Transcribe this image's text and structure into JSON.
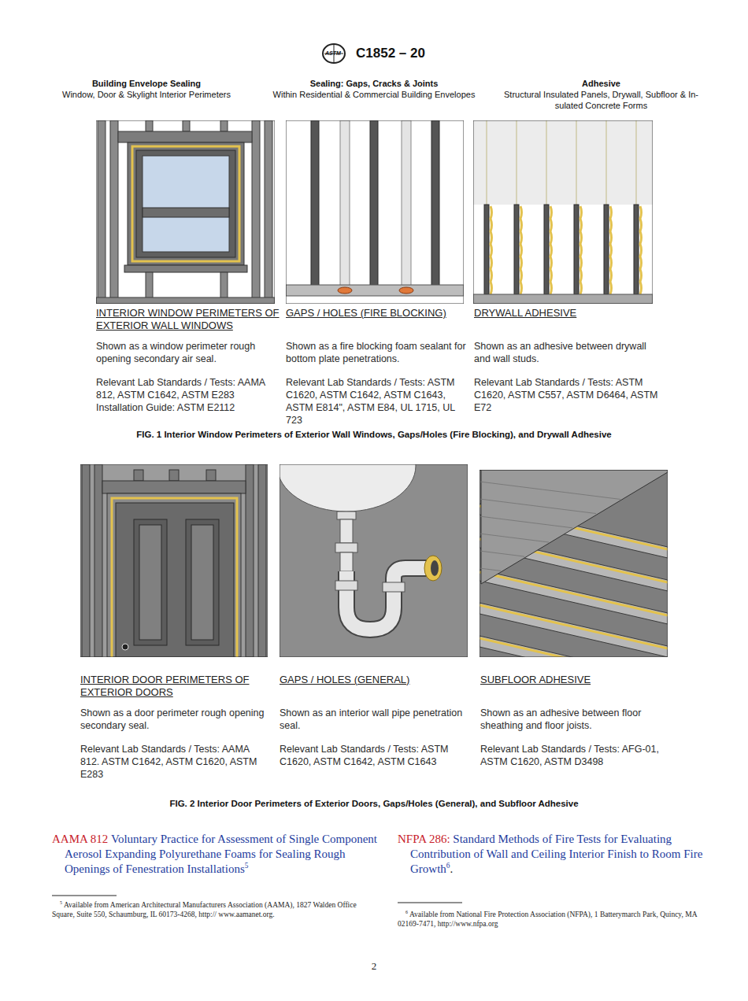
{
  "diagram": {
    "title": "C1852 – 20",
    "nodes": [
      {
        "text": [
          "INTERIOR WINDOW PERIMETERS OF EXTERIOR WALL WINDOWS",
          "Shown as a window perimeter rough opening secondary air seal.",
          "Relevant Lab Standards / Tests: AAMA 812, ASTM C1642, ASTM E283",
          "Installation Guide: ASTM E2112"
        ]
      },
      {
        "text": [
          "GAPS / HOLES (FIRE BLOCKING)",
          "Shown as a fire blocking foam sealant for bottom plate penetrations.",
          "Relevant Lab Standards / Tests: ASTM C1620, ASTM C1642, ASTM C1643, ASTM E814\", ASTM E84, UL 1715, UL 723"
        ]
      },
      {
        "text": [
          "DRYWALL ADHESIVE",
          "Shown as an adhesive between drywall and wall studs.",
          "Relevant Lab Standards / Tests: ASTM C1620, ASTM C557, ASTM D6464, ASTM E72"
        ]
      },
      {
        "text": [
          "INTERIOR DOOR PERIMETERS OF EXTERIOR DOORS",
          "Shown as a door perimeter rough opening secondary seal.",
          "Relevant Lab Standards / Tests: AAMA 812. ASTM C1642, ASTM C1620, ASTM E283"
        ]
      },
      {
        "text": [
          "GAPS / HOLES (GENERAL)",
          "Shown as an interior wall pipe penetration seal.",
          "Relevant Lab Standards / Tests: ASTM C1620, ASTM C1642, ASTM C1643"
        ]
      },
      {
        "text": [
          "SUBFLOOR ADHESIVE",
          "Shown as an adhesive between floor sheathing and floor joists.",
          "Relevant Lab Standards / Tests: AFG-01, ASTM C1620, ASTM D3498"
        ]
      }
    ],
    "labels": [
      "Building Envelope Sealing",
      "Window, Door & Skylight Interior Perimeters",
      "Sealing: Gaps, Cracks & Joints",
      "Within Residential & Commercial Building Envelopes",
      "Adhesive",
      "Structural Insulated Panels, Drywall, Subfloor & In- sulated Concrete Forms",
      "FIG. 1 Interior Window Perimeters of Exterior Wall Windows, Gaps/Holes (Fire Blocking), and Drywall Adhesive",
      "FIG. 2 Interior Door Perimeters of Exterior Doors, Gaps/Holes (General), and Subfloor Adhesive",
      "AAMA 812",
      "Voluntary Practice for Assessment of Single Component Aerosol Expanding Polyurethane Foams for Sealing Rough Openings of Fenestration Installations",
      "5",
      "NFPA 286:",
      "Standard Methods of Fire Tests for Evaluating Contribution of Wall and Ceiling Interior Finish to Room Fire Growth",
      "6",
      ".",
      "5",
      "Available from American Architectural Manufacturers Association (AAMA), 1827 Walden Office Square, Suite 550, Schaumburg, IL 60173-4268, http:// www.aamanet.org.",
      "6",
      "Available from National Fire Protection Association (NFPA), 1 Batterymarch Park, Quincy, MA 02169-7471, http://www.nfpa.org",
      "2",
      "ASTM"
    ]
  }
}
